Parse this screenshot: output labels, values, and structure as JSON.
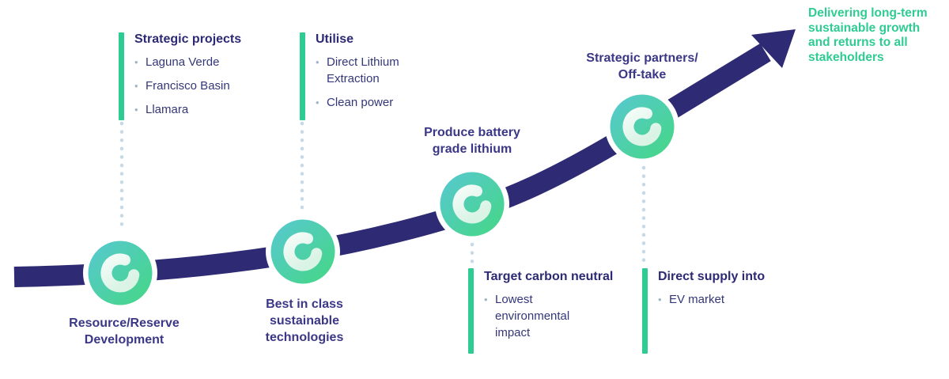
{
  "palette": {
    "arrow_navy": "#2e2a73",
    "heading_navy": "#2c2a74",
    "label_purple_navy": "#3b3787",
    "accent_green": "#2ecc92",
    "dotted_connector": "#c8d9e6",
    "badge_gradient_start": "#58c8d2",
    "badge_gradient_end": "#44d783"
  },
  "headline": "Delivering long-term\nsustainable growth\nand returns to all\nstakeholders",
  "callouts": [
    {
      "title": "Strategic projects",
      "bullets": [
        "Laguna Verde",
        "Francisco Basin",
        "Llamara"
      ]
    },
    {
      "title": "Utilise",
      "bullets": [
        "Direct Lithium\nExtraction",
        "Clean power"
      ]
    },
    {
      "title": "Target carbon neutral",
      "bullets": [
        "Lowest\nenvironmental\nimpact"
      ]
    },
    {
      "title": "Direct supply into",
      "bullets": [
        "EV market"
      ]
    }
  ],
  "milestones": [
    {
      "label": "Resource/Reserve\nDevelopment"
    },
    {
      "label": "Best in class\nsustainable\ntechnologies"
    },
    {
      "label": "Produce battery\ngrade lithium"
    },
    {
      "label": "Strategic partners/\nOff-take"
    }
  ]
}
